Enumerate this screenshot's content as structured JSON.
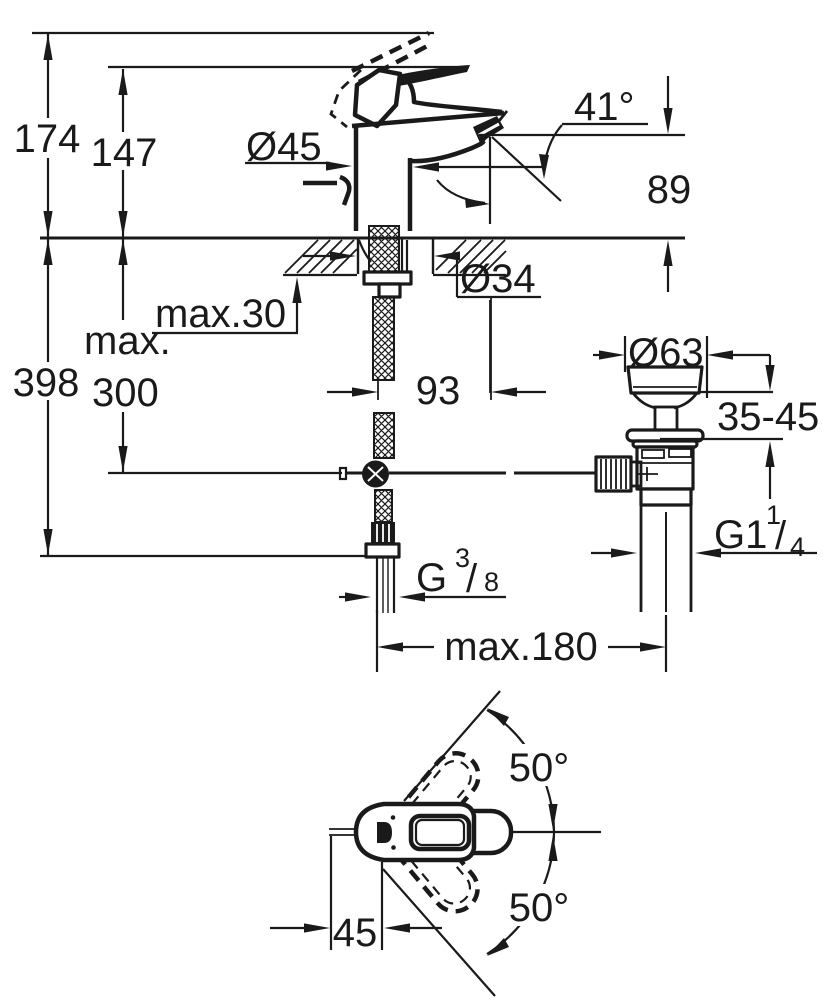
{
  "drawing": {
    "type": "faucet-installation-dimension-diagram",
    "colors": {
      "line": "#1a1a1a",
      "background": "#ffffff"
    },
    "side_view": {
      "height_overall": "174",
      "height_to_lever": "147",
      "body_diameter": "Ø45",
      "spout_angle": "41°",
      "spout_outlet_height": "89",
      "deck_thickness": "max.30",
      "hole_diameter": "Ø34",
      "depth_overall": "398",
      "rod_depth_line1": "max.",
      "rod_depth_line2": "300",
      "spout_reach": "93",
      "waste_flange_diameter": "Ø63",
      "waste_adjust_range": "35-45",
      "waste_thread": {
        "base": "G1",
        "sup": "1",
        "slash": "/",
        "sub": "4"
      },
      "supply_thread": {
        "base": "G",
        "sup": "3",
        "slash": "/",
        "sub": "8"
      },
      "hose_reach": "max.180"
    },
    "top_view": {
      "swing_angle_upper": "50°",
      "swing_angle_lower": "50°",
      "lever_offset": "45"
    }
  }
}
